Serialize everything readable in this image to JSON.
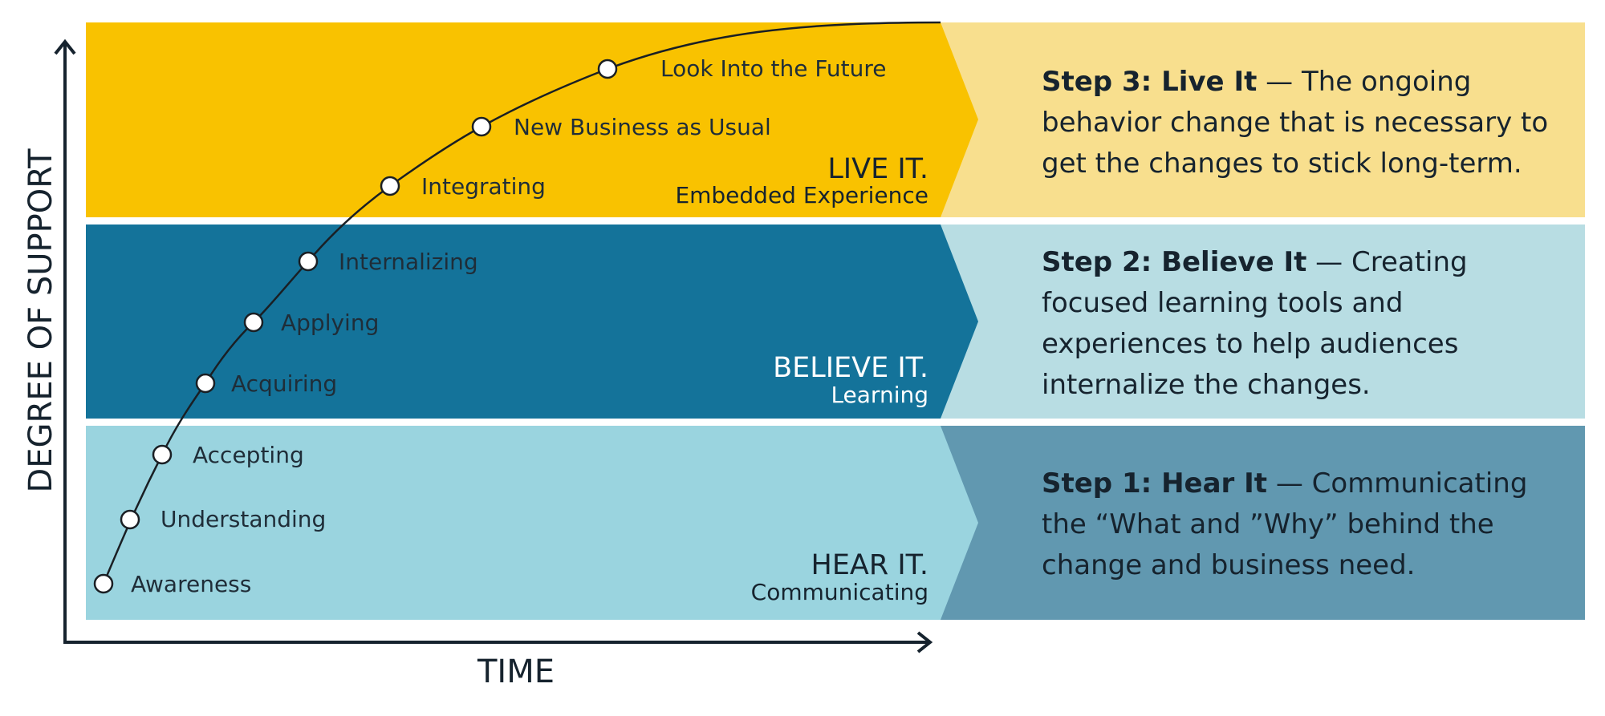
{
  "axes": {
    "y_label": "DEGREE OF SUPPORT",
    "x_label": "TIME"
  },
  "bands": [
    {
      "title": "LIVE IT.",
      "subtitle": "Embedded Experience",
      "color": "#f9c200",
      "panel_color": "#f8df8e",
      "text_color": "#16232e"
    },
    {
      "title": "BELIEVE IT.",
      "subtitle": "Learning",
      "color": "#14739a",
      "panel_color": "#b8dde3",
      "text_color": "#ffffff"
    },
    {
      "title": "HEAR IT.",
      "subtitle": "Communicating",
      "color": "#9ad4df",
      "panel_color": "#6198b0",
      "text_color": "#16232e"
    }
  ],
  "steps": [
    {
      "heading": "Step 3: Live It",
      "text": " — The ongoing behavior change that is necessary to get the changes to stick long-term."
    },
    {
      "heading": "Step 2: Believe It",
      "text": " — Creating focused learning tools and experiences to help audiences internalize the changes."
    },
    {
      "heading": "Step 1:  Hear It",
      "text": " — Communicating the “What and ”Why” behind the change and business need."
    }
  ],
  "milestones": [
    {
      "label": "Awareness"
    },
    {
      "label": "Understanding"
    },
    {
      "label": "Accepting"
    },
    {
      "label": "Acquiring"
    },
    {
      "label": "Applying"
    },
    {
      "label": "Internalizing"
    },
    {
      "label": "Integrating"
    },
    {
      "label": "New Business as Usual"
    },
    {
      "label": "Look Into the Future"
    }
  ]
}
